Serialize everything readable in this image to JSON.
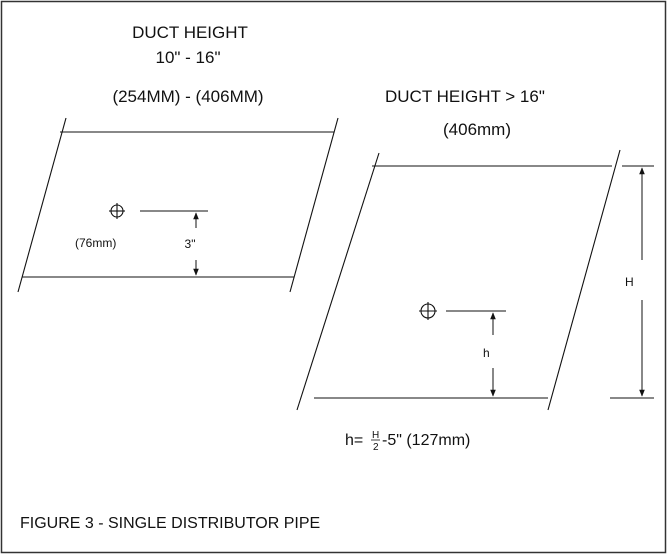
{
  "left_panel": {
    "title_line1": "DUCT HEIGHT",
    "title_line2": "10\" - 16\"",
    "title_line3": "(254MM) - (406MM)",
    "pipe_size_label": "(76mm)",
    "offset_label": "3\""
  },
  "right_panel": {
    "title_line1": "DUCT HEIGHT > 16\"",
    "title_line2": "(406mm)",
    "height_dim_label": "H",
    "offset_dim_label": "h",
    "formula": {
      "prefix": "h=",
      "numerator": "H",
      "denominator": "2",
      "suffix": "-5\" (127mm)"
    }
  },
  "caption": "FIGURE 3 - SINGLE DISTRIBUTOR PIPE",
  "colors": {
    "line": "#111111",
    "border": "#333333",
    "background": "#ffffff"
  }
}
